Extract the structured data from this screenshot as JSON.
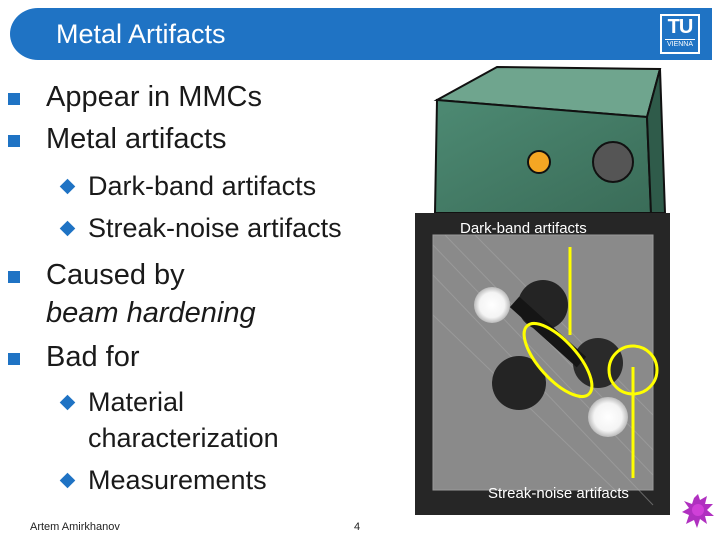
{
  "slide": {
    "title": "Metal Artifacts",
    "logo": {
      "text": "TU",
      "subtext": "VIENNA",
      "icon": "tu-wien-logo"
    },
    "bullets": [
      {
        "text": "Appear in MMCs"
      },
      {
        "text": "Metal artifacts",
        "sub": [
          "Dark-band artifacts",
          "Streak-noise artifacts"
        ]
      },
      {
        "lines": [
          "Caused by",
          "beam hardening"
        ]
      },
      {
        "text": "Bad for",
        "sub": [
          "Material",
          "characterization",
          "Measurements"
        ]
      }
    ],
    "footer": {
      "author": "Artem Amirkhanov",
      "page": "4"
    }
  },
  "figure": {
    "label_top": "Dark-band artifacts",
    "label_bottom": "Streak-noise artifacts",
    "annotation_color": "#ffff00",
    "accent_color": "#1f73c4"
  }
}
